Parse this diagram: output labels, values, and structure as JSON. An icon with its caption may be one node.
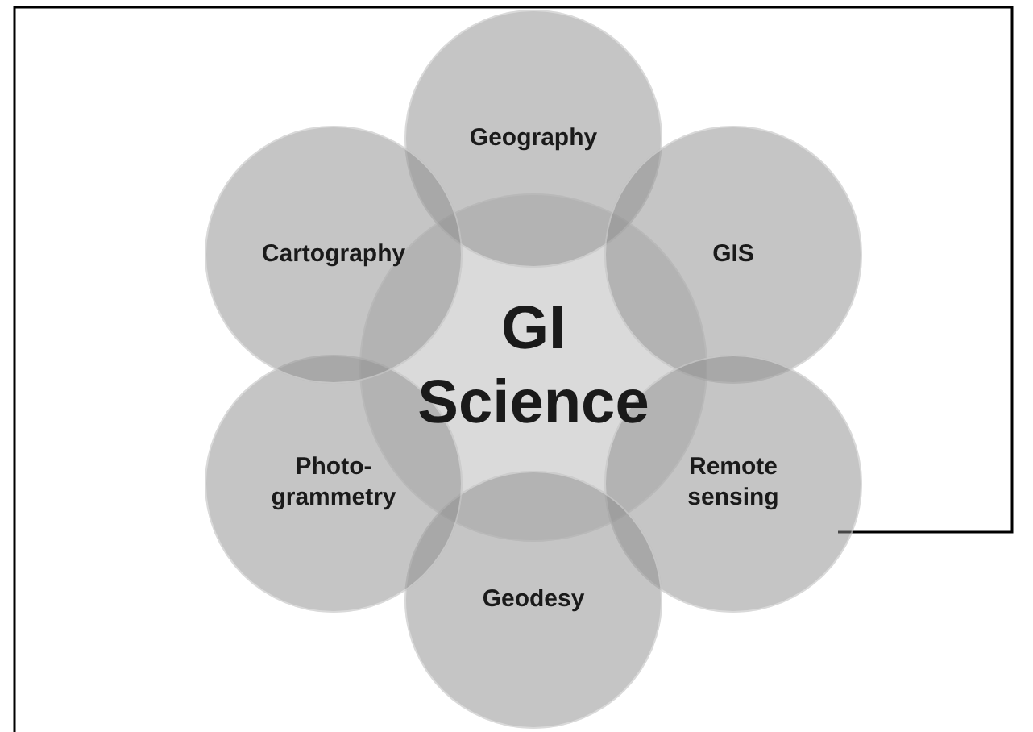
{
  "diagram": {
    "nodes": [
      {
        "text": [
          "GI Science"
        ]
      },
      {
        "text": [
          "Geography"
        ]
      },
      {
        "text": [
          "GIS"
        ]
      },
      {
        "text": [
          "Remote sensing"
        ]
      },
      {
        "text": [
          "Geodesy"
        ]
      },
      {
        "text": [
          "Photo- grammetry"
        ]
      },
      {
        "text": [
          "Cartography"
        ]
      }
    ]
  }
}
